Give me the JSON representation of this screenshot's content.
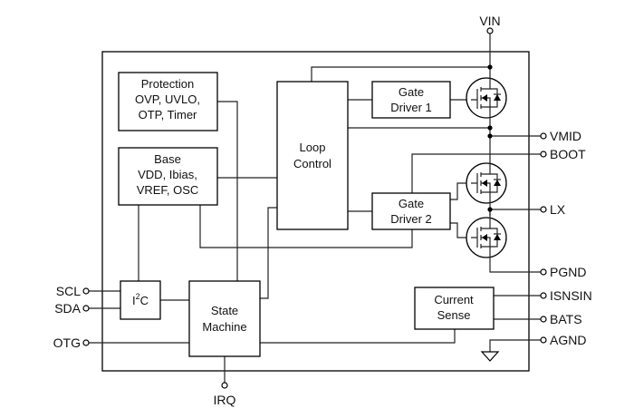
{
  "blocks": {
    "protection": [
      "Protection",
      "OVP, UVLO,",
      "OTP, Timer"
    ],
    "base": [
      "Base",
      "VDD, Ibias,",
      "VREF, OSC"
    ],
    "loop_control": [
      "Loop",
      "Control"
    ],
    "gate_driver_1": [
      "Gate",
      "Driver 1"
    ],
    "gate_driver_2": [
      "Gate",
      "Driver 2"
    ],
    "i2c": {
      "main": "I",
      "sup": "2",
      "tail": "C"
    },
    "state_machine": [
      "State",
      "Machine"
    ],
    "current_sense": [
      "Current",
      "Sense"
    ]
  },
  "pins": {
    "vin": "VIN",
    "vmid": "VMID",
    "boot": "BOOT",
    "lx": "LX",
    "pgnd": "PGND",
    "isnsin": "ISNSIN",
    "bats": "BATS",
    "agnd": "AGND",
    "scl": "SCL",
    "sda": "SDA",
    "otg": "OTG",
    "irq": "IRQ"
  }
}
